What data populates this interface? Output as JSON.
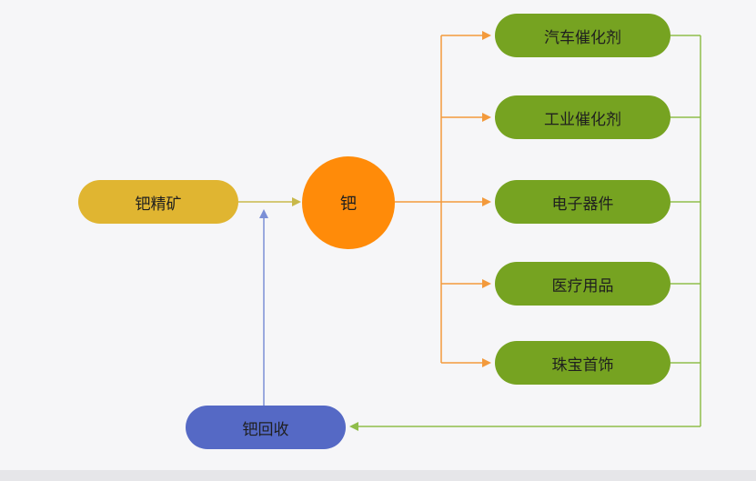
{
  "diagram": {
    "source": {
      "label": "钯精矿",
      "color": "#e0b531"
    },
    "center": {
      "label": "钯",
      "color": "#ff8b09"
    },
    "applications": [
      {
        "label": "汽车催化剂",
        "color": "#76a321"
      },
      {
        "label": "工业催化剂",
        "color": "#76a321"
      },
      {
        "label": "电子器件",
        "color": "#76a321"
      },
      {
        "label": "医疗用品",
        "color": "#76a321"
      },
      {
        "label": "珠宝首饰",
        "color": "#76a321"
      }
    ],
    "recycle": {
      "label": "钯回收",
      "color": "#5569c5"
    },
    "edge_colors": {
      "feed": "#c8b84a",
      "distribute": "#f39a3c",
      "return": "#8fbd4a",
      "recycle": "#7b8fd6"
    }
  }
}
